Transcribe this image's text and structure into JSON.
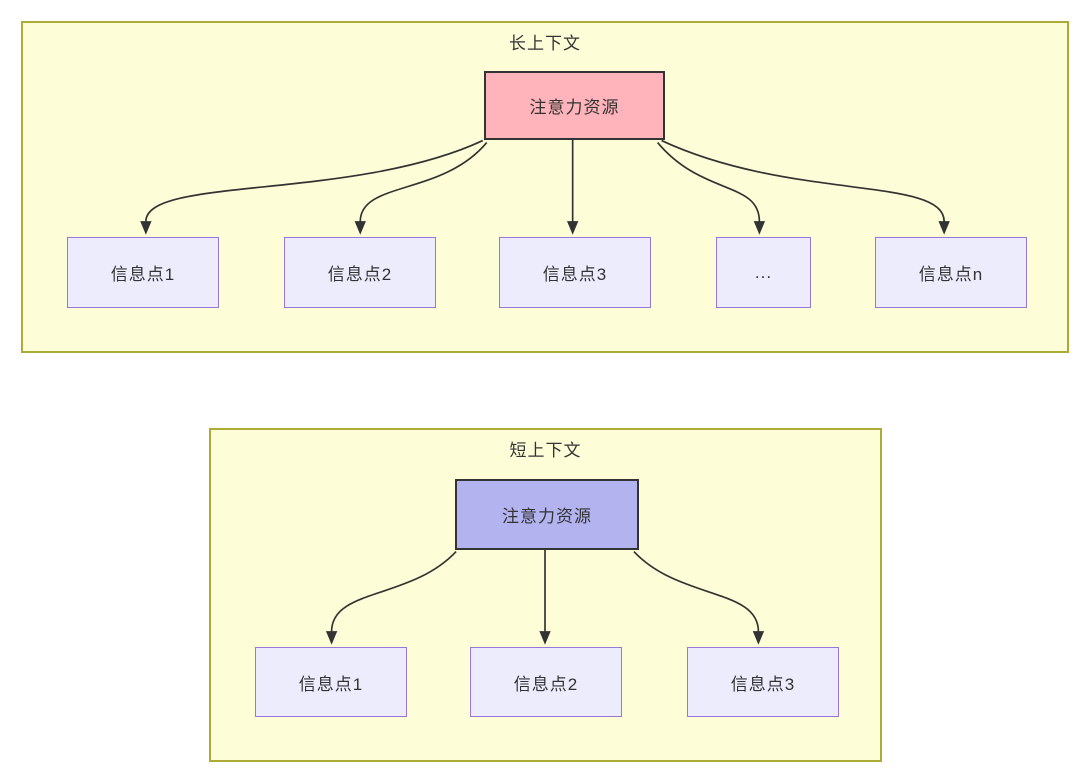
{
  "long_context": {
    "title": "长上下文",
    "root_label": "注意力资源",
    "nodes": [
      {
        "label": "信息点1"
      },
      {
        "label": "信息点2"
      },
      {
        "label": "信息点3"
      },
      {
        "label": "..."
      },
      {
        "label": "信息点n"
      }
    ]
  },
  "short_context": {
    "title": "短上下文",
    "root_label": "注意力资源",
    "nodes": [
      {
        "label": "信息点1"
      },
      {
        "label": "信息点2"
      },
      {
        "label": "信息点3"
      }
    ]
  },
  "colors": {
    "page_background": "#ffffff",
    "container_fill": "#fdfdd8",
    "container_border": "#abab35",
    "long_root_fill": "#ffb3ba",
    "short_root_fill": "#b3b3ef",
    "root_border": "#333333",
    "info_node_fill": "#ececfc",
    "info_node_border": "#9877d9",
    "edge_color": "#333333",
    "text_color": "#333333"
  }
}
